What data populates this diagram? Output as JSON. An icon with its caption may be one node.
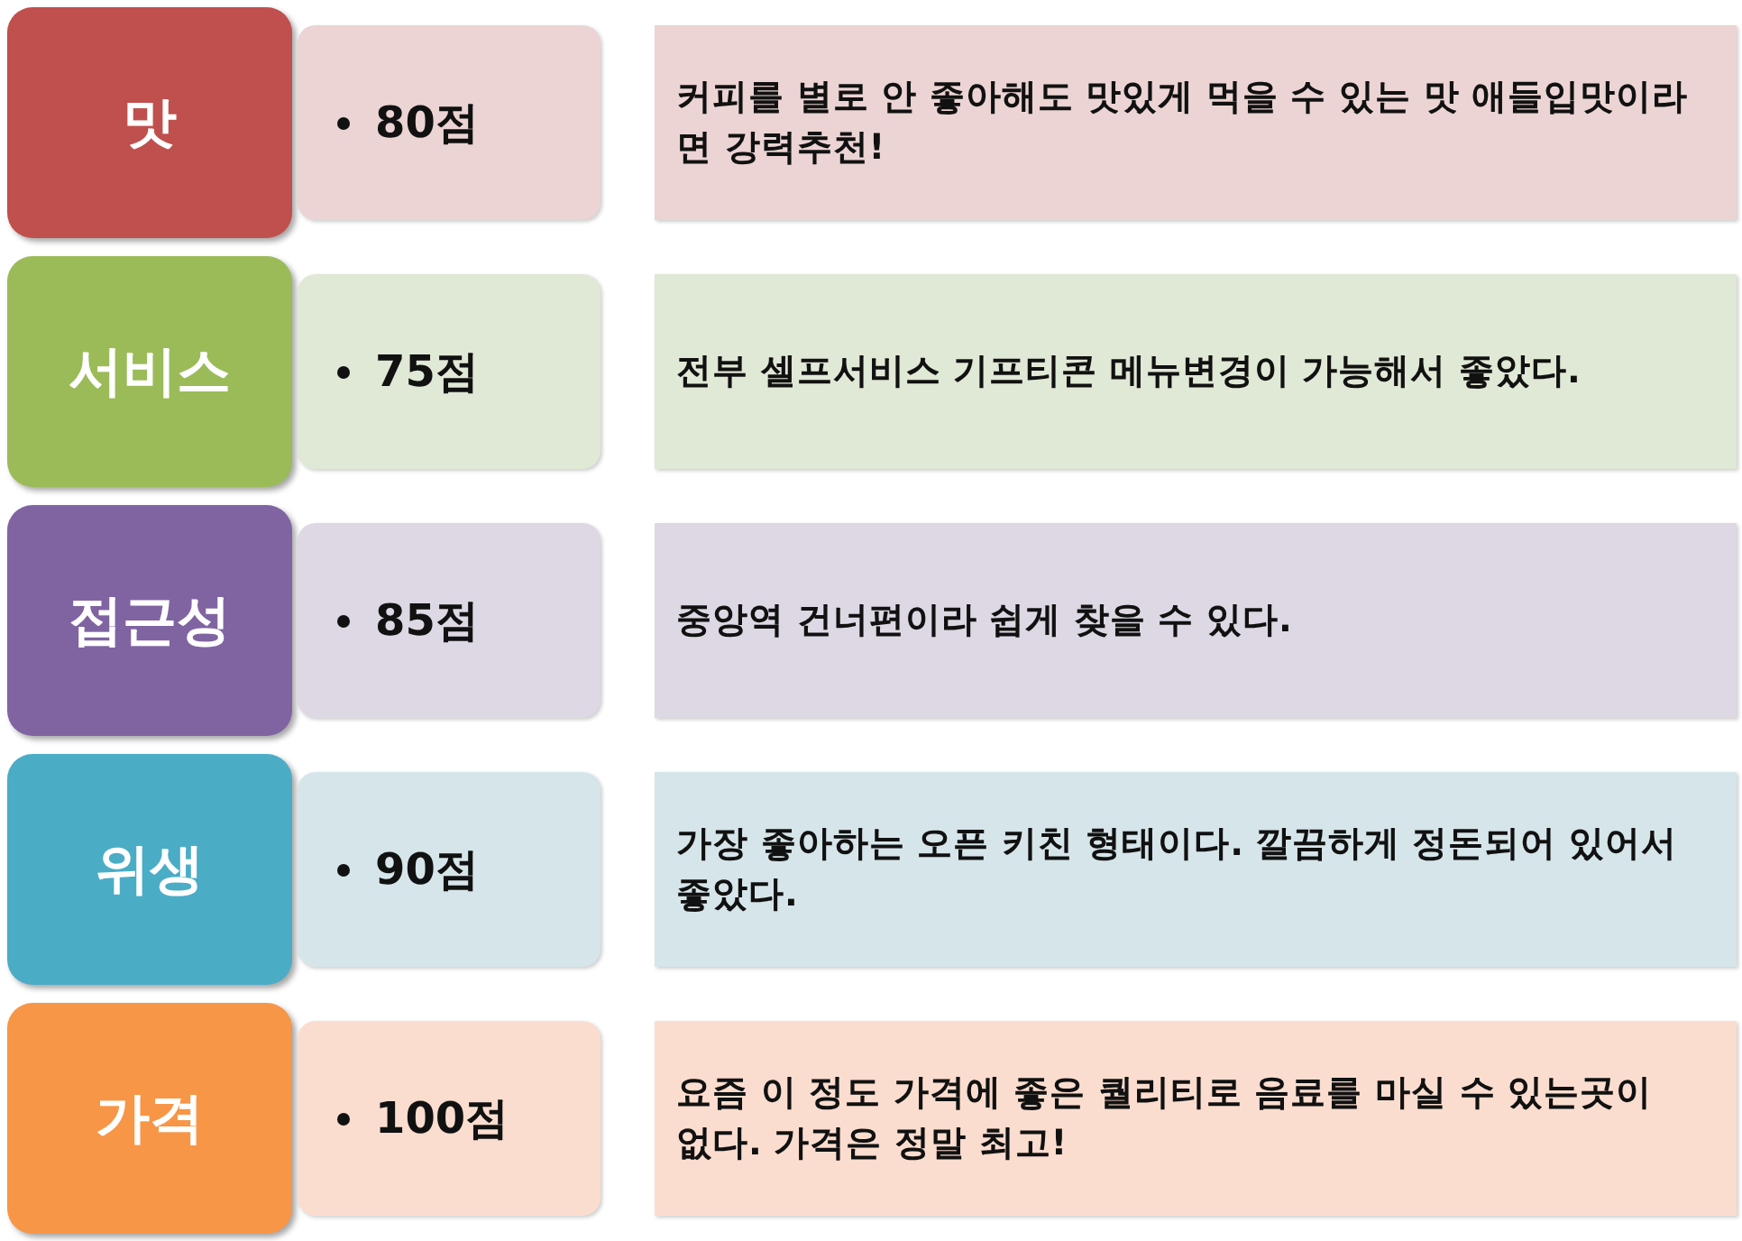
{
  "diagram": {
    "nodes": [
      {
        "text": [
          "맛"
        ]
      },
      {
        "text": [
          "80점"
        ]
      },
      {
        "text": [
          "커피를 별로 안 좋아해도 맛있게 먹을 수 있는 맛 애들입맛이라면 강력추천!"
        ]
      },
      {
        "text": [
          "서비스"
        ]
      },
      {
        "text": [
          "75점"
        ]
      },
      {
        "text": [
          "전부 셀프서비스 기프티콘 메뉴변경이 가능해서 좋았다."
        ]
      },
      {
        "text": [
          "접근성"
        ]
      },
      {
        "text": [
          "85점"
        ]
      },
      {
        "text": [
          "중앙역 건너편이라 쉽게 찾을 수 있다."
        ]
      },
      {
        "text": [
          "위생"
        ]
      },
      {
        "text": [
          "90점"
        ]
      },
      {
        "text": [
          "가장 좋아하는 오픈 키친 형태이다. 깔끔하게 정돈되어 있어서 좋았다."
        ]
      },
      {
        "text": [
          "가격"
        ]
      },
      {
        "text": [
          "100점"
        ]
      },
      {
        "text": [
          "요즘 이 정도 가격에 좋은 퀄리티로 음료를 마실 수 있는곳이 없다. 가격은 정말 최고!"
        ]
      }
    ]
  }
}
